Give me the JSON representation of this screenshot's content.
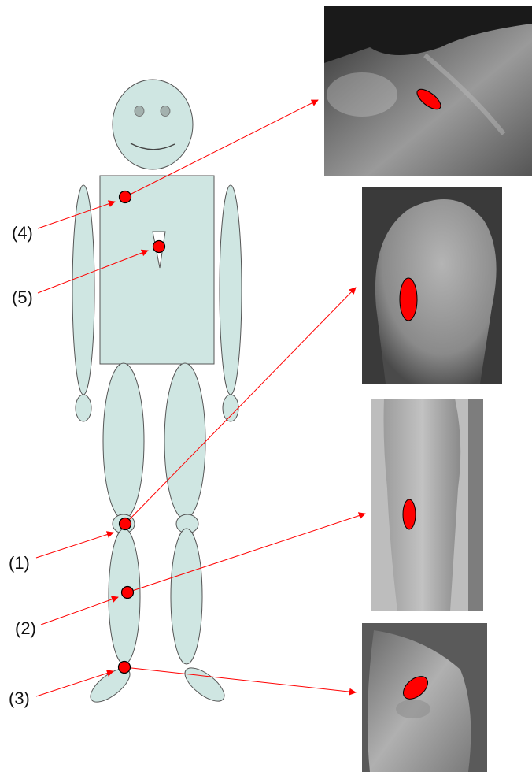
{
  "labels": {
    "one": "(1)",
    "two": "(2)",
    "three": "(3)",
    "four": "(4)",
    "five": "(5)"
  },
  "colors": {
    "body_fill": "#cfe6e2",
    "outline": "#555555",
    "marker": "#ff0000",
    "arrow": "#ff0000"
  }
}
